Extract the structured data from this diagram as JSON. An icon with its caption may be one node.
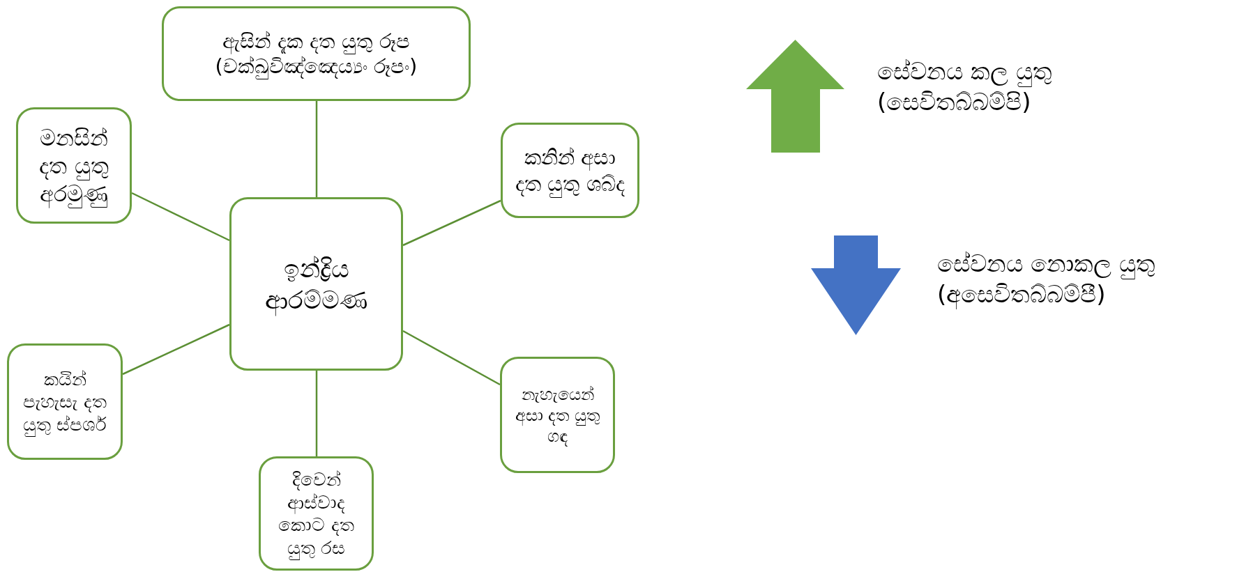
{
  "diagram": {
    "nodes": [
      {
        "text": [
          "ඇසින් දැක දත යුතු රූප (චක්ඛුවිඤ්ඤෙය්‍යං රූපං)"
        ]
      },
      {
        "text": [
          "මනසින් දත යුතු අරමුණු"
        ]
      },
      {
        "text": [
          "කනින් අසා දත යුතු ශබ්ද"
        ]
      },
      {
        "text": [
          "ඉන්ද්‍රිය ආරම්මණ"
        ]
      },
      {
        "text": [
          "කයින් පැහැසැ දත යුතු ස්පර්ශ"
        ]
      },
      {
        "text": [
          "නැහැයෙන් අසා දත යුතු ගඳ"
        ]
      },
      {
        "text": [
          "දිවෙන් ආස්වාද කොට දත යුතු රස"
        ]
      }
    ],
    "edges": [
      {
        "from": 3,
        "to": 0,
        "arrow": "none"
      },
      {
        "from": 3,
        "to": 1,
        "arrow": "none"
      },
      {
        "from": 3,
        "to": 2,
        "arrow": "none"
      },
      {
        "from": 3,
        "to": 4,
        "arrow": "none"
      },
      {
        "from": 3,
        "to": 5,
        "arrow": "none"
      },
      {
        "from": 3,
        "to": 6,
        "arrow": "none"
      }
    ],
    "legend": [
      {
        "text": "සේවනය කල යුතු (සෙවිතබ්බම්පි)",
        "color": "#70ad47"
      },
      {
        "text": "සේවනය නොකල යුතු (අසෙවිතබ්බම්පී)",
        "color": "#4472c4"
      }
    ]
  }
}
